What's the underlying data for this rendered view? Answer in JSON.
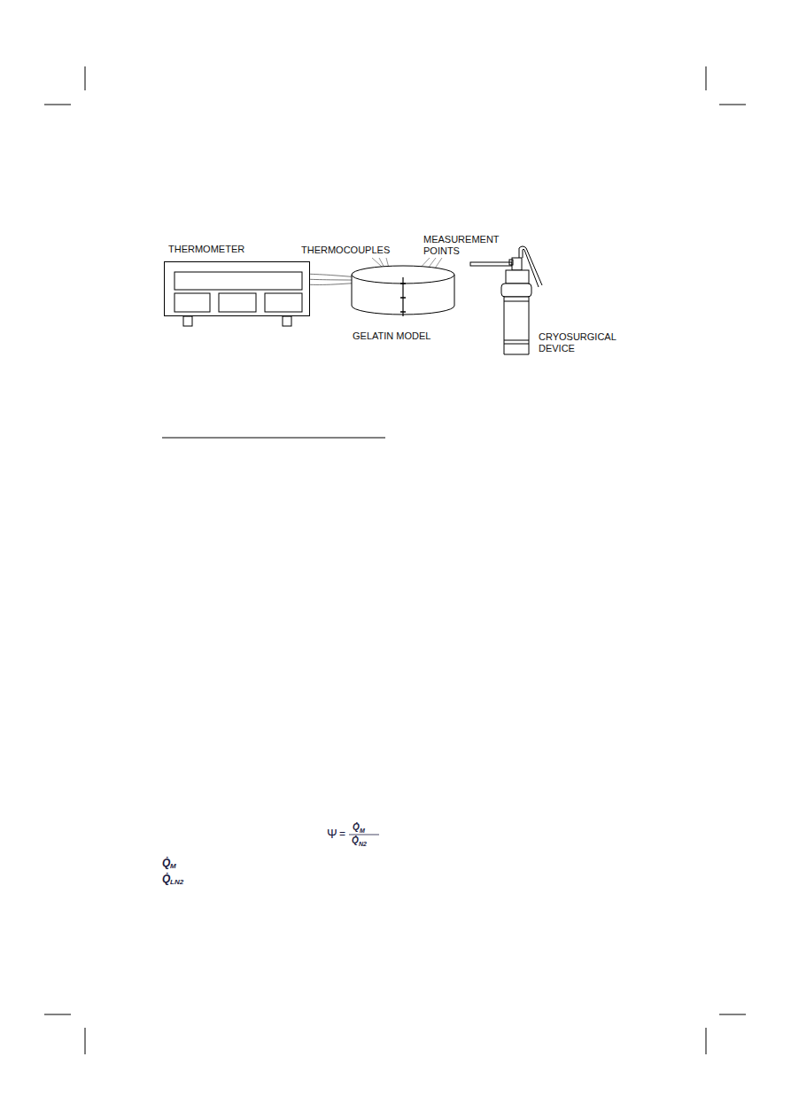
{
  "diagram": {
    "nodes": [
      {
        "text": [
          "THERMOMETER"
        ]
      },
      {
        "text": [
          "GELATIN MODEL"
        ]
      },
      {
        "text": [
          "CRYOSURGICAL DEVICE"
        ]
      }
    ],
    "edges": [
      {
        "from": 0,
        "to": 1,
        "arrow": "none"
      },
      {
        "from": 0,
        "to": 1,
        "arrow": "none"
      },
      {
        "from": 0,
        "to": 1,
        "arrow": "none"
      }
    ],
    "labels": [
      "THERMOCOUPLES",
      "MEASUREMENT POINTS",
      "Ψ",
      "=",
      "Q̇",
      "M",
      "Q̇",
      "N2",
      "Q̇",
      "M",
      "Q̇",
      "LN2"
    ]
  }
}
